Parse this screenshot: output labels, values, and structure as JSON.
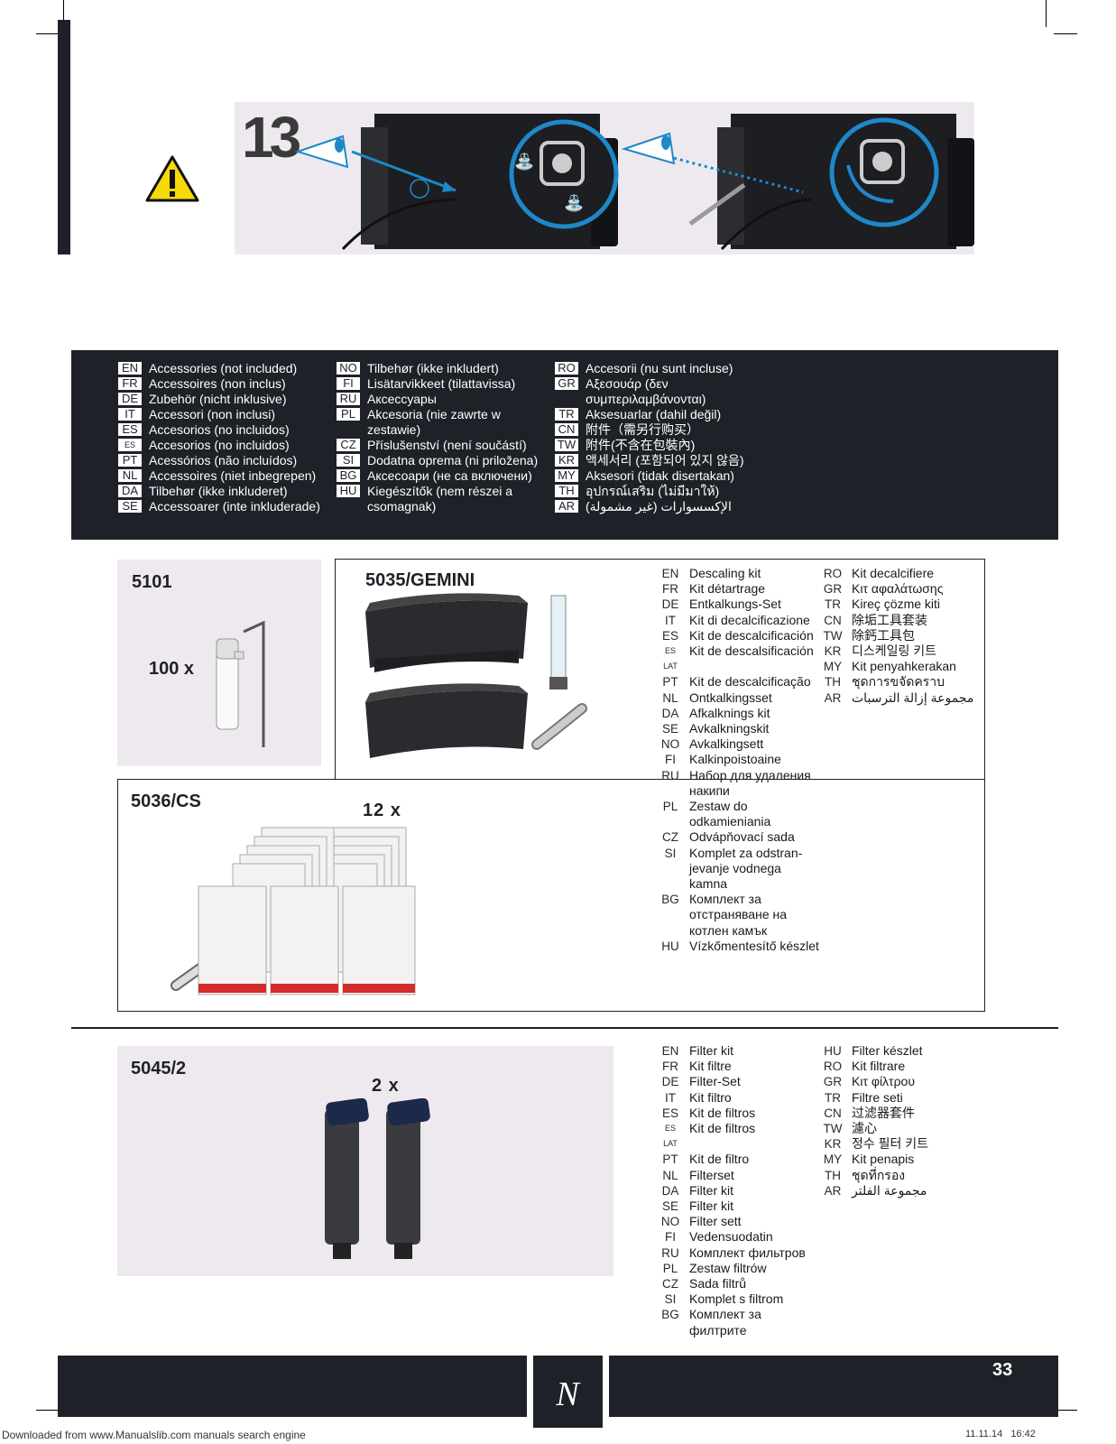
{
  "step": {
    "number": "13"
  },
  "accessories_header": {
    "columns": [
      [
        {
          "code": "EN",
          "text": "Accessories (not included)"
        },
        {
          "code": "FR",
          "text": "Accessoires (non inclus)"
        },
        {
          "code": "DE",
          "text": "Zubehör (nicht inklusive)"
        },
        {
          "code": "IT",
          "text": "Accessori (non inclusi)"
        },
        {
          "code": "ES",
          "text": "Accesorios (no incluidos)"
        },
        {
          "code": "ES LAT",
          "text": "Accesorios (no incluidos)"
        },
        {
          "code": "PT",
          "text": "Acessórios (não incluídos)"
        },
        {
          "code": "NL",
          "text": "Accessoires (niet inbegrepen)"
        },
        {
          "code": "DA",
          "text": "Tilbehør (ikke inkluderet)"
        },
        {
          "code": "SE",
          "text": "Accessoarer (inte inkluderade)"
        }
      ],
      [
        {
          "code": "NO",
          "text": "Tilbehør (ikke inkludert)"
        },
        {
          "code": "FI",
          "text": "Lisätarvikkeet (tilattavissa)"
        },
        {
          "code": "RU",
          "text": "Аксессуары"
        },
        {
          "code": "PL",
          "text": "Akcesoria (nie zawrte w zestawie)"
        },
        {
          "code": "CZ",
          "text": "Příslušenství (není součástí)"
        },
        {
          "code": "SI",
          "text": "Dodatna oprema (ni priložena)"
        },
        {
          "code": "BG",
          "text": "Аксесоари (не са включени)"
        },
        {
          "code": "HU",
          "text": "Kiegészítők (nem részei a csomagnak)"
        }
      ],
      [
        {
          "code": "RO",
          "text": "Accesorii (nu sunt incluse)"
        },
        {
          "code": "GR",
          "text": "Αξεσουάρ (δεν συμπεριλαμβάνονται)"
        },
        {
          "code": "TR",
          "text": "Aksesuarlar (dahil değil)"
        },
        {
          "code": "CN",
          "text": "附件（需另行购买）"
        },
        {
          "code": "TW",
          "text": "附件(不含在包裝內)"
        },
        {
          "code": "KR",
          "text": "액세서리 (포함되어 있지 않음)"
        },
        {
          "code": "MY",
          "text": "Aksesori (tidak disertakan)"
        },
        {
          "code": "TH",
          "text": "อุปกรณ์เสริม (ไม่มีมาให้)"
        },
        {
          "code": "AR",
          "text": "الإكسسوارات (غير مشمولة)"
        }
      ]
    ]
  },
  "products": {
    "p5101": {
      "label": "5101",
      "qty": "100 x"
    },
    "p5035": {
      "label": "5035/GEMINI"
    },
    "p5036": {
      "label": "5036/CS",
      "qty": "12 x"
    },
    "p5045": {
      "label": "5045/2",
      "qty": "2 x"
    }
  },
  "descaling_kit": {
    "col1": [
      {
        "code": "EN",
        "text": "Descaling kit"
      },
      {
        "code": "FR",
        "text": "Kit détartrage"
      },
      {
        "code": "DE",
        "text": "Entkalkungs-Set"
      },
      {
        "code": "IT",
        "text": "Kit di decalcificazione"
      },
      {
        "code": "ES",
        "text": "Kit de descalcificación"
      },
      {
        "code": "ES LAT",
        "text": "Kit de descalsificación"
      },
      {
        "code": "PT",
        "text": "Kit de descalcificação"
      },
      {
        "code": "NL",
        "text": "Ontkalkingsset"
      },
      {
        "code": "DA",
        "text": "Afkalknings kit"
      },
      {
        "code": "SE",
        "text": "Avkalkningskit"
      },
      {
        "code": "NO",
        "text": "Avkalkingsett"
      },
      {
        "code": "FI",
        "text": "Kalkinpoistoaine"
      },
      {
        "code": "RU",
        "text": "Набор для удаления накипи"
      },
      {
        "code": "PL",
        "text": "Zestaw do odkamieniania"
      },
      {
        "code": "CZ",
        "text": "Odvápňovací sada"
      },
      {
        "code": "SI",
        "text": "Komplet za odstran-jevanje vodnega kamna"
      },
      {
        "code": "BG",
        "text": "Комплект за отстраняване на котлен камък"
      },
      {
        "code": "HU",
        "text": "Vízkőmentesítő készlet"
      }
    ],
    "col2": [
      {
        "code": "RO",
        "text": "Kit decalcifiere"
      },
      {
        "code": "GR",
        "text": "Κιτ αφαλάτωσης"
      },
      {
        "code": "TR",
        "text": "Kireç çözme kiti"
      },
      {
        "code": "CN",
        "text": "除垢工具套装"
      },
      {
        "code": "TW",
        "text": "除鈣工具包"
      },
      {
        "code": "KR",
        "text": "디스케일링 키트"
      },
      {
        "code": "MY",
        "text": "Kit penyahkerakan"
      },
      {
        "code": "TH",
        "text": "ชุดการขจัดคราบ"
      },
      {
        "code": "AR",
        "text": "مجموعة إزالة الترسبات"
      }
    ]
  },
  "filter_kit": {
    "col1": [
      {
        "code": "EN",
        "text": "Filter kit"
      },
      {
        "code": "FR",
        "text": "Kit filtre"
      },
      {
        "code": "DE",
        "text": "Filter-Set"
      },
      {
        "code": "IT",
        "text": "Kit filtro"
      },
      {
        "code": "ES",
        "text": "Kit de filtros"
      },
      {
        "code": "ES LAT",
        "text": "Kit de filtros"
      },
      {
        "code": "PT",
        "text": "Kit de filtro"
      },
      {
        "code": "NL",
        "text": "Filterset"
      },
      {
        "code": "DA",
        "text": "Filter kit"
      },
      {
        "code": "SE",
        "text": "Filter kit"
      },
      {
        "code": "NO",
        "text": "Filter sett"
      },
      {
        "code": "FI",
        "text": "Vedensuodatin"
      },
      {
        "code": "RU",
        "text": "Комплект фильтров"
      },
      {
        "code": "PL",
        "text": "Zestaw filtrów"
      },
      {
        "code": "CZ",
        "text": "Sada filtrů"
      },
      {
        "code": "SI",
        "text": "Komplet s filtrom"
      },
      {
        "code": "BG",
        "text": "Комплект за филтрите"
      }
    ],
    "col2": [
      {
        "code": "HU",
        "text": "Filter készlet"
      },
      {
        "code": "RO",
        "text": "Kit filtrare"
      },
      {
        "code": "GR",
        "text": "Κιτ φίλτρου"
      },
      {
        "code": "TR",
        "text": "Filtre seti"
      },
      {
        "code": "CN",
        "text": "过滤器套件"
      },
      {
        "code": "TW",
        "text": "濾心"
      },
      {
        "code": "KR",
        "text": "정수 필터 키트"
      },
      {
        "code": "MY",
        "text": "Kit penapis"
      },
      {
        "code": "TH",
        "text": "ชุดที่กรอง"
      },
      {
        "code": "AR",
        "text": "مجموعة الفلتر"
      }
    ]
  },
  "footer": {
    "page_number": "33",
    "downloaded_text": "Downloaded from www.Manualslib.com manuals search engine",
    "timestamp": "11.11.14   16:42"
  }
}
